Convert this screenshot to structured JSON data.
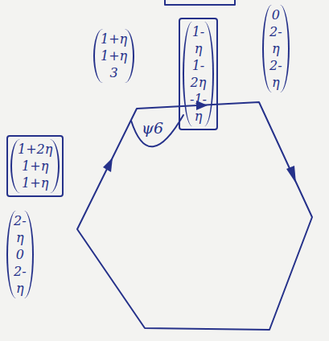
{
  "diagram": {
    "nodes": [
      {
        "text": [
          "1+2η 1+η 1+η"
        ]
      },
      {
        "text": [
          "1-η 1-2η -1-η"
        ]
      }
    ],
    "labels": [
      "2-η 0 2-η",
      "1+η 1+η 3",
      "0 2-η 2-η",
      "ψ6"
    ]
  }
}
